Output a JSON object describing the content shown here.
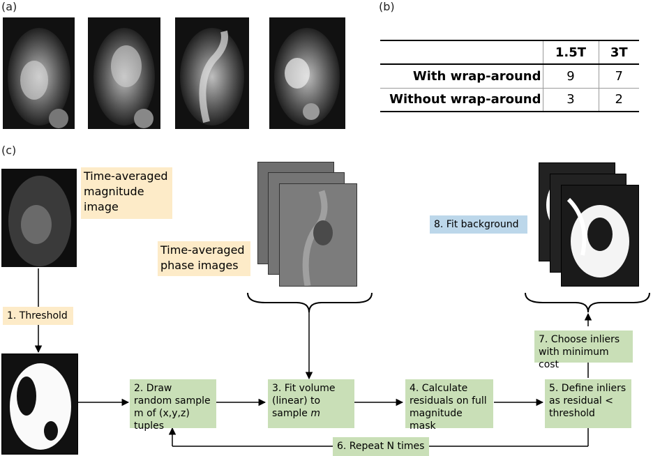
{
  "labels": {
    "a": "(a)",
    "b": "(b)",
    "c": "(c)"
  },
  "table": {
    "headers": [
      "",
      "1.5T",
      "3T"
    ],
    "rows": [
      {
        "label": "With wrap-around",
        "v15": "9",
        "v3": "7"
      },
      {
        "label": "Without wrap-around",
        "v15": "3",
        "v3": "2"
      }
    ]
  },
  "steps": {
    "magnitude_text": "Time-averaged magnitude image",
    "phase_text": "Time-averaged phase images",
    "threshold": "1. Threshold",
    "draw_sample": "2. Draw random sample m of (x,y,z) tuples",
    "fit_volume_prefix": "3. Fit volume (linear) to sample ",
    "fit_volume_var": "m",
    "residuals": "4. Calculate residuals on full magnitude mask",
    "define_inliers": "5. Define inliers as residual < threshold",
    "repeat": "6. Repeat N times",
    "choose_inliers": "7. Choose inliers with minimum cost",
    "fit_background": "8. Fit background"
  },
  "colors": {
    "yellow": "#fdebc8",
    "green": "#c9dfb7",
    "blue": "#bcd7ea"
  }
}
